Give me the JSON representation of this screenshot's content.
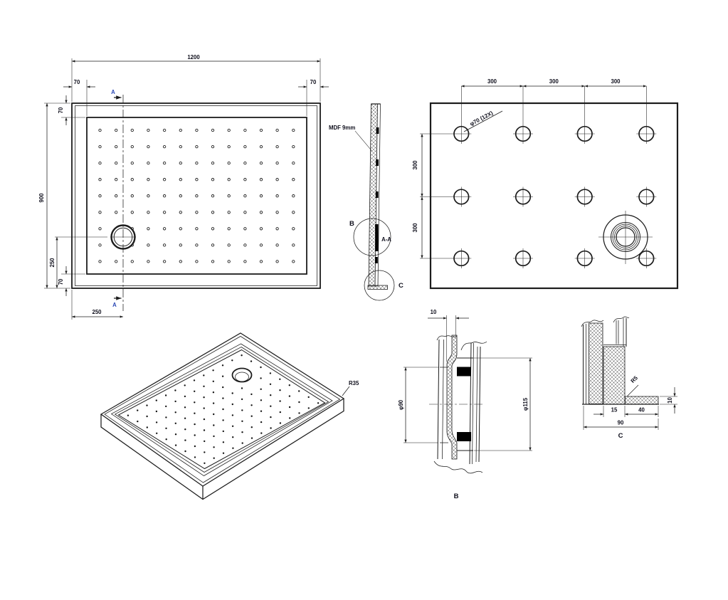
{
  "colors": {
    "line": "#1c1c1c",
    "text": "#0f0f1c",
    "section_marker": "#2b49b5",
    "background": "#ffffff",
    "seal": "#000000"
  },
  "plan_view": {
    "dim_overall_width": "1200",
    "dim_rim_left": "70",
    "dim_rim_right": "70",
    "dim_rim_top": "70",
    "dim_overall_height": "900",
    "dim_drain_from_bottom": "250",
    "dim_rim_bottom": "70",
    "dim_drain_from_left": "250",
    "section_marker_top": "A",
    "section_marker_bottom": "A",
    "dots": {
      "cols": 13,
      "rows": 9
    }
  },
  "section_view": {
    "title": "A-A",
    "material_note": "MDF 9mm",
    "detail_b_label": "B",
    "detail_c_label": "C"
  },
  "bottom_view": {
    "hole_note": "φ70 (12X)",
    "dim_col_spacing": [
      "300",
      "300",
      "300"
    ],
    "dim_row_spacing": [
      "300",
      "300"
    ],
    "holes": {
      "cols": 4,
      "rows": 3
    }
  },
  "isometric_view": {
    "corner_radius_note": "R35",
    "dots": {
      "cols": 13,
      "rows": 9
    }
  },
  "detail_b": {
    "label": "B",
    "dim_lip_thickness": "10",
    "dim_inner_diameter": "φ90",
    "dim_outer_diameter": "φ115"
  },
  "detail_c": {
    "label": "C",
    "dim_core_width": "15",
    "dim_flange_width": "40",
    "dim_total_width": "90",
    "dim_flange_thickness": "10",
    "corner_radius_note": "R5"
  }
}
